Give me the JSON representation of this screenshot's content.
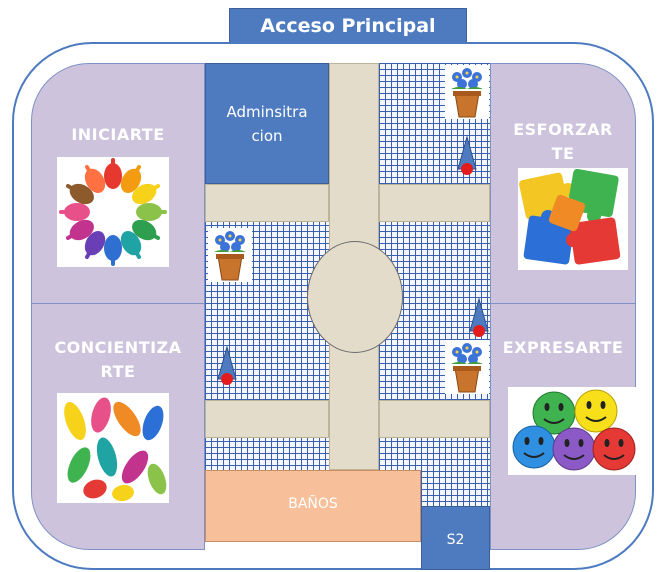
{
  "title": "Acceso Principal",
  "zones": {
    "iniciarte": "INICIARTE",
    "esforzarte_line1": "ESFORZAR",
    "esforzarte_line2": "TE",
    "concientizarte_line1": "CONCIENTIZA",
    "concientizarte_line2": "RTE",
    "expresarte": "EXPRESARTE"
  },
  "rooms": {
    "admin_line1": "Adminsitra",
    "admin_line2": "cion",
    "banos": "BAÑOS",
    "s2": "S2"
  },
  "colors": {
    "wall": "#4e7bc0",
    "zone": "#cdc3dc",
    "path": "#e3dccb",
    "banos": "#f8c09a"
  },
  "icons": [
    "hands-circle-icon",
    "puzzle-icon",
    "footprints-icon",
    "smiley-faces-icon",
    "flower-pot-icon",
    "fire-extinguisher-icon"
  ]
}
